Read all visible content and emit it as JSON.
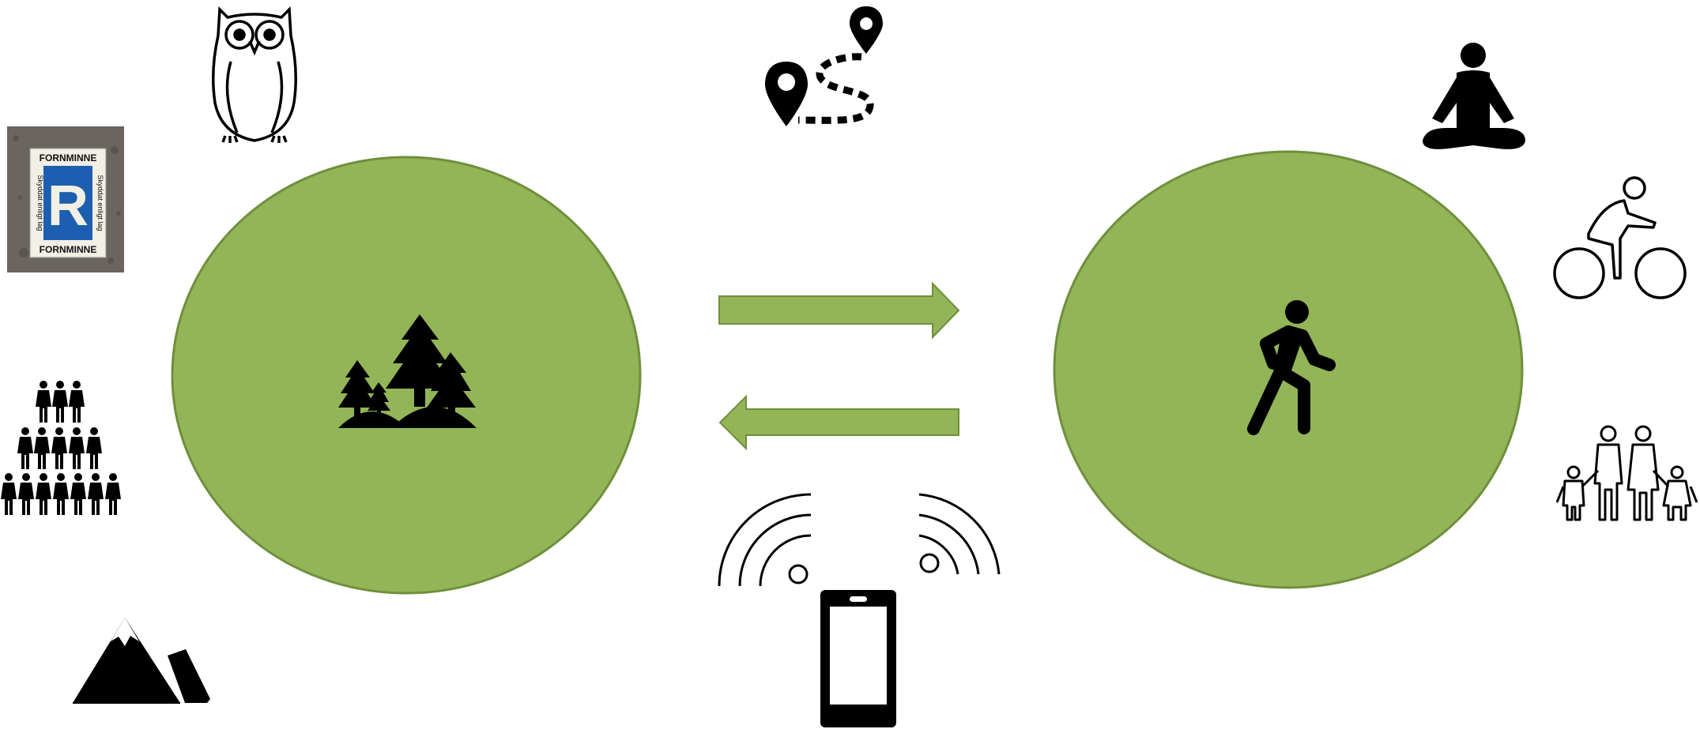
{
  "colors": {
    "circle_fill": "#92b557",
    "circle_stroke": "#6f8f3c",
    "arrow_fill": "#92b557",
    "arrow_stroke": "#6f8f3c",
    "icon": "#000000",
    "sign_blue": "#1c5fb0",
    "sign_rock": "#6b6560"
  },
  "left_node": {
    "icon": "forest-icon"
  },
  "right_node": {
    "icon": "walking-person-icon"
  },
  "arrows": [
    {
      "direction": "right"
    },
    {
      "direction": "left"
    }
  ],
  "center_icons": [
    "map-route-icon",
    "smartphone-signal-icon"
  ],
  "left_icons": [
    "owl-icon",
    "ancient-monument-sign",
    "crowd-icon",
    "mountain-icon"
  ],
  "right_icons": [
    "meditation-icon",
    "cyclist-icon",
    "family-icon"
  ],
  "sign": {
    "top_text": "FORNMINNE",
    "bottom_text": "FORNMINNE",
    "side_text_left": "Skyddat enligt lag",
    "side_text_right": "Skyddat enligt lag",
    "letter": "R"
  }
}
